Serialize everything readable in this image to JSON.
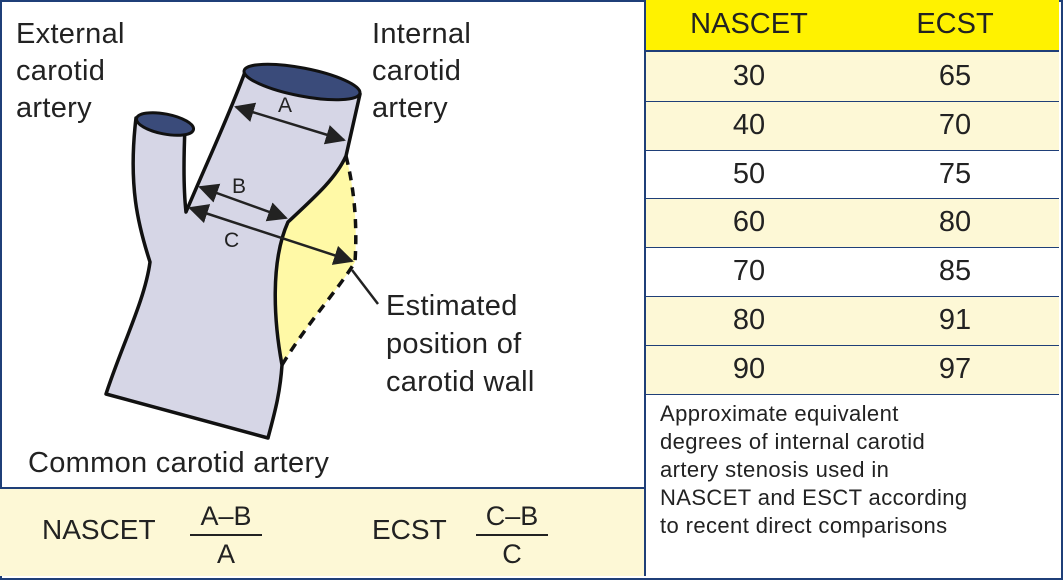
{
  "labels": {
    "external": [
      "External",
      "carotid",
      "artery"
    ],
    "internal": [
      "Internal",
      "carotid",
      "artery"
    ],
    "estimated": [
      "Estimated",
      "position of",
      "carotid wall"
    ],
    "common": "Common carotid artery",
    "dim_a": "A",
    "dim_b": "B",
    "dim_c": "C"
  },
  "formulas": {
    "nascet": {
      "name": "NASCET",
      "numerator": "A–B",
      "denominator": "A"
    },
    "ecst": {
      "name": "ECST",
      "numerator": "C–B",
      "denominator": "C"
    }
  },
  "table": {
    "headers": [
      "NASCET",
      "ECST"
    ],
    "rows": [
      {
        "nascet": "30",
        "ecst": "65",
        "shaded": true
      },
      {
        "nascet": "40",
        "ecst": "70",
        "shaded": true
      },
      {
        "nascet": "50",
        "ecst": "75",
        "shaded": false
      },
      {
        "nascet": "60",
        "ecst": "80",
        "shaded": true
      },
      {
        "nascet": "70",
        "ecst": "85",
        "shaded": false
      },
      {
        "nascet": "80",
        "ecst": "91",
        "shaded": true
      },
      {
        "nascet": "90",
        "ecst": "97",
        "shaded": true
      }
    ]
  },
  "caption": [
    "Approximate equivalent",
    "degrees of internal carotid",
    "artery stenosis used in",
    "NASCET and ESCT according",
    "to recent direct comparisons"
  ],
  "colors": {
    "border": "#1f3f78",
    "header_fill": "#fff200",
    "shaded_fill": "#fdf8d6",
    "vessel_fill": "#d6d6e6",
    "plaque_fill": "#fff9a6"
  }
}
